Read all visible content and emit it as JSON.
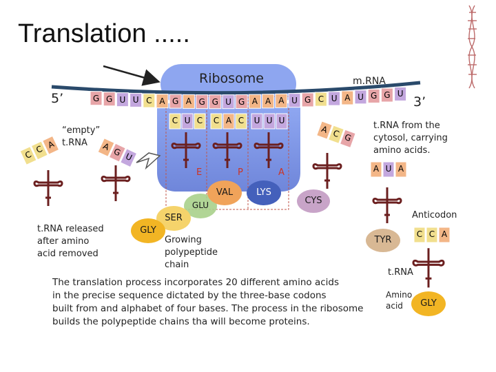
{
  "slide": {
    "title": "Translation ....."
  },
  "diagram": {
    "ribosome_label": "Ribosome",
    "mrna_label": "m.RNA",
    "five_prime": "5’",
    "three_prime": "3’",
    "mrna_bases": [
      "G",
      "G",
      "U",
      "U",
      "C",
      "A",
      "G",
      "A",
      "G",
      "G",
      "U",
      "G",
      "A",
      "A",
      "A",
      "U",
      "G",
      "C",
      "U",
      "A",
      "U",
      "G",
      "G",
      "U"
    ],
    "sites": {
      "e": "E",
      "p": "P",
      "a": "A"
    },
    "anticodons_in_ribosome": {
      "e": [
        "C",
        "U",
        "C"
      ],
      "p": [
        "C",
        "A",
        "C"
      ],
      "a": [
        "U",
        "U",
        "U"
      ]
    },
    "empty_trna_label": [
      "“empty”",
      "t.RNA"
    ],
    "released_trna_codons": [
      [
        "C",
        "C",
        "A"
      ],
      [
        "A",
        "G",
        "U"
      ]
    ],
    "incoming_trna_codons": [
      "A",
      "C",
      "G"
    ],
    "cytosol_label": [
      "t.RNA from the",
      "cytosol, carrying",
      "amino acids."
    ],
    "tyr_trna_codons": [
      "A",
      "U",
      "A"
    ],
    "amino_acids": {
      "val": "VAL",
      "lys": "LYS",
      "cys": "CYS",
      "glu": "GLU",
      "ser": "SER",
      "gly": "GLY",
      "tyr": "TYR",
      "gly_legend": "GLY"
    },
    "released_label": [
      "t.RNA released",
      "after amino",
      "acid removed"
    ],
    "growing_label": [
      "Growing",
      "polypeptide",
      "chain"
    ],
    "anticodon_label": "Anticodon",
    "anticodon_codons": [
      "C",
      "C",
      "A"
    ],
    "trna_label": "t.RNA",
    "amino_acid_label": [
      "Amino",
      "acid"
    ],
    "caption": [
      "The translation process incorporates 20 different amino acids",
      "in the precise sequence dictated by the three-base codons",
      "built from and alphabet of four bases. The process in the ribosome",
      "builds the polypeptide chains tha will become proteins."
    ]
  },
  "colors": {
    "ribosome": "#7b95e8",
    "ribosome_top": "#8ea6f0",
    "mrna_strand": "#2a4a6b",
    "base_G": "#e7a5a8",
    "base_U": "#c3a7de",
    "base_C": "#f1df8e",
    "base_A": "#f3b687",
    "trna_body": "#6b1f1f",
    "val": "#f0a35a",
    "lys": "#4460bb",
    "cys": "#c8a4c8",
    "glu": "#a9d08b",
    "ser": "#f5d36b",
    "gly": "#f2b524",
    "tyr": "#d8b894",
    "site_label": "#cc3322"
  }
}
